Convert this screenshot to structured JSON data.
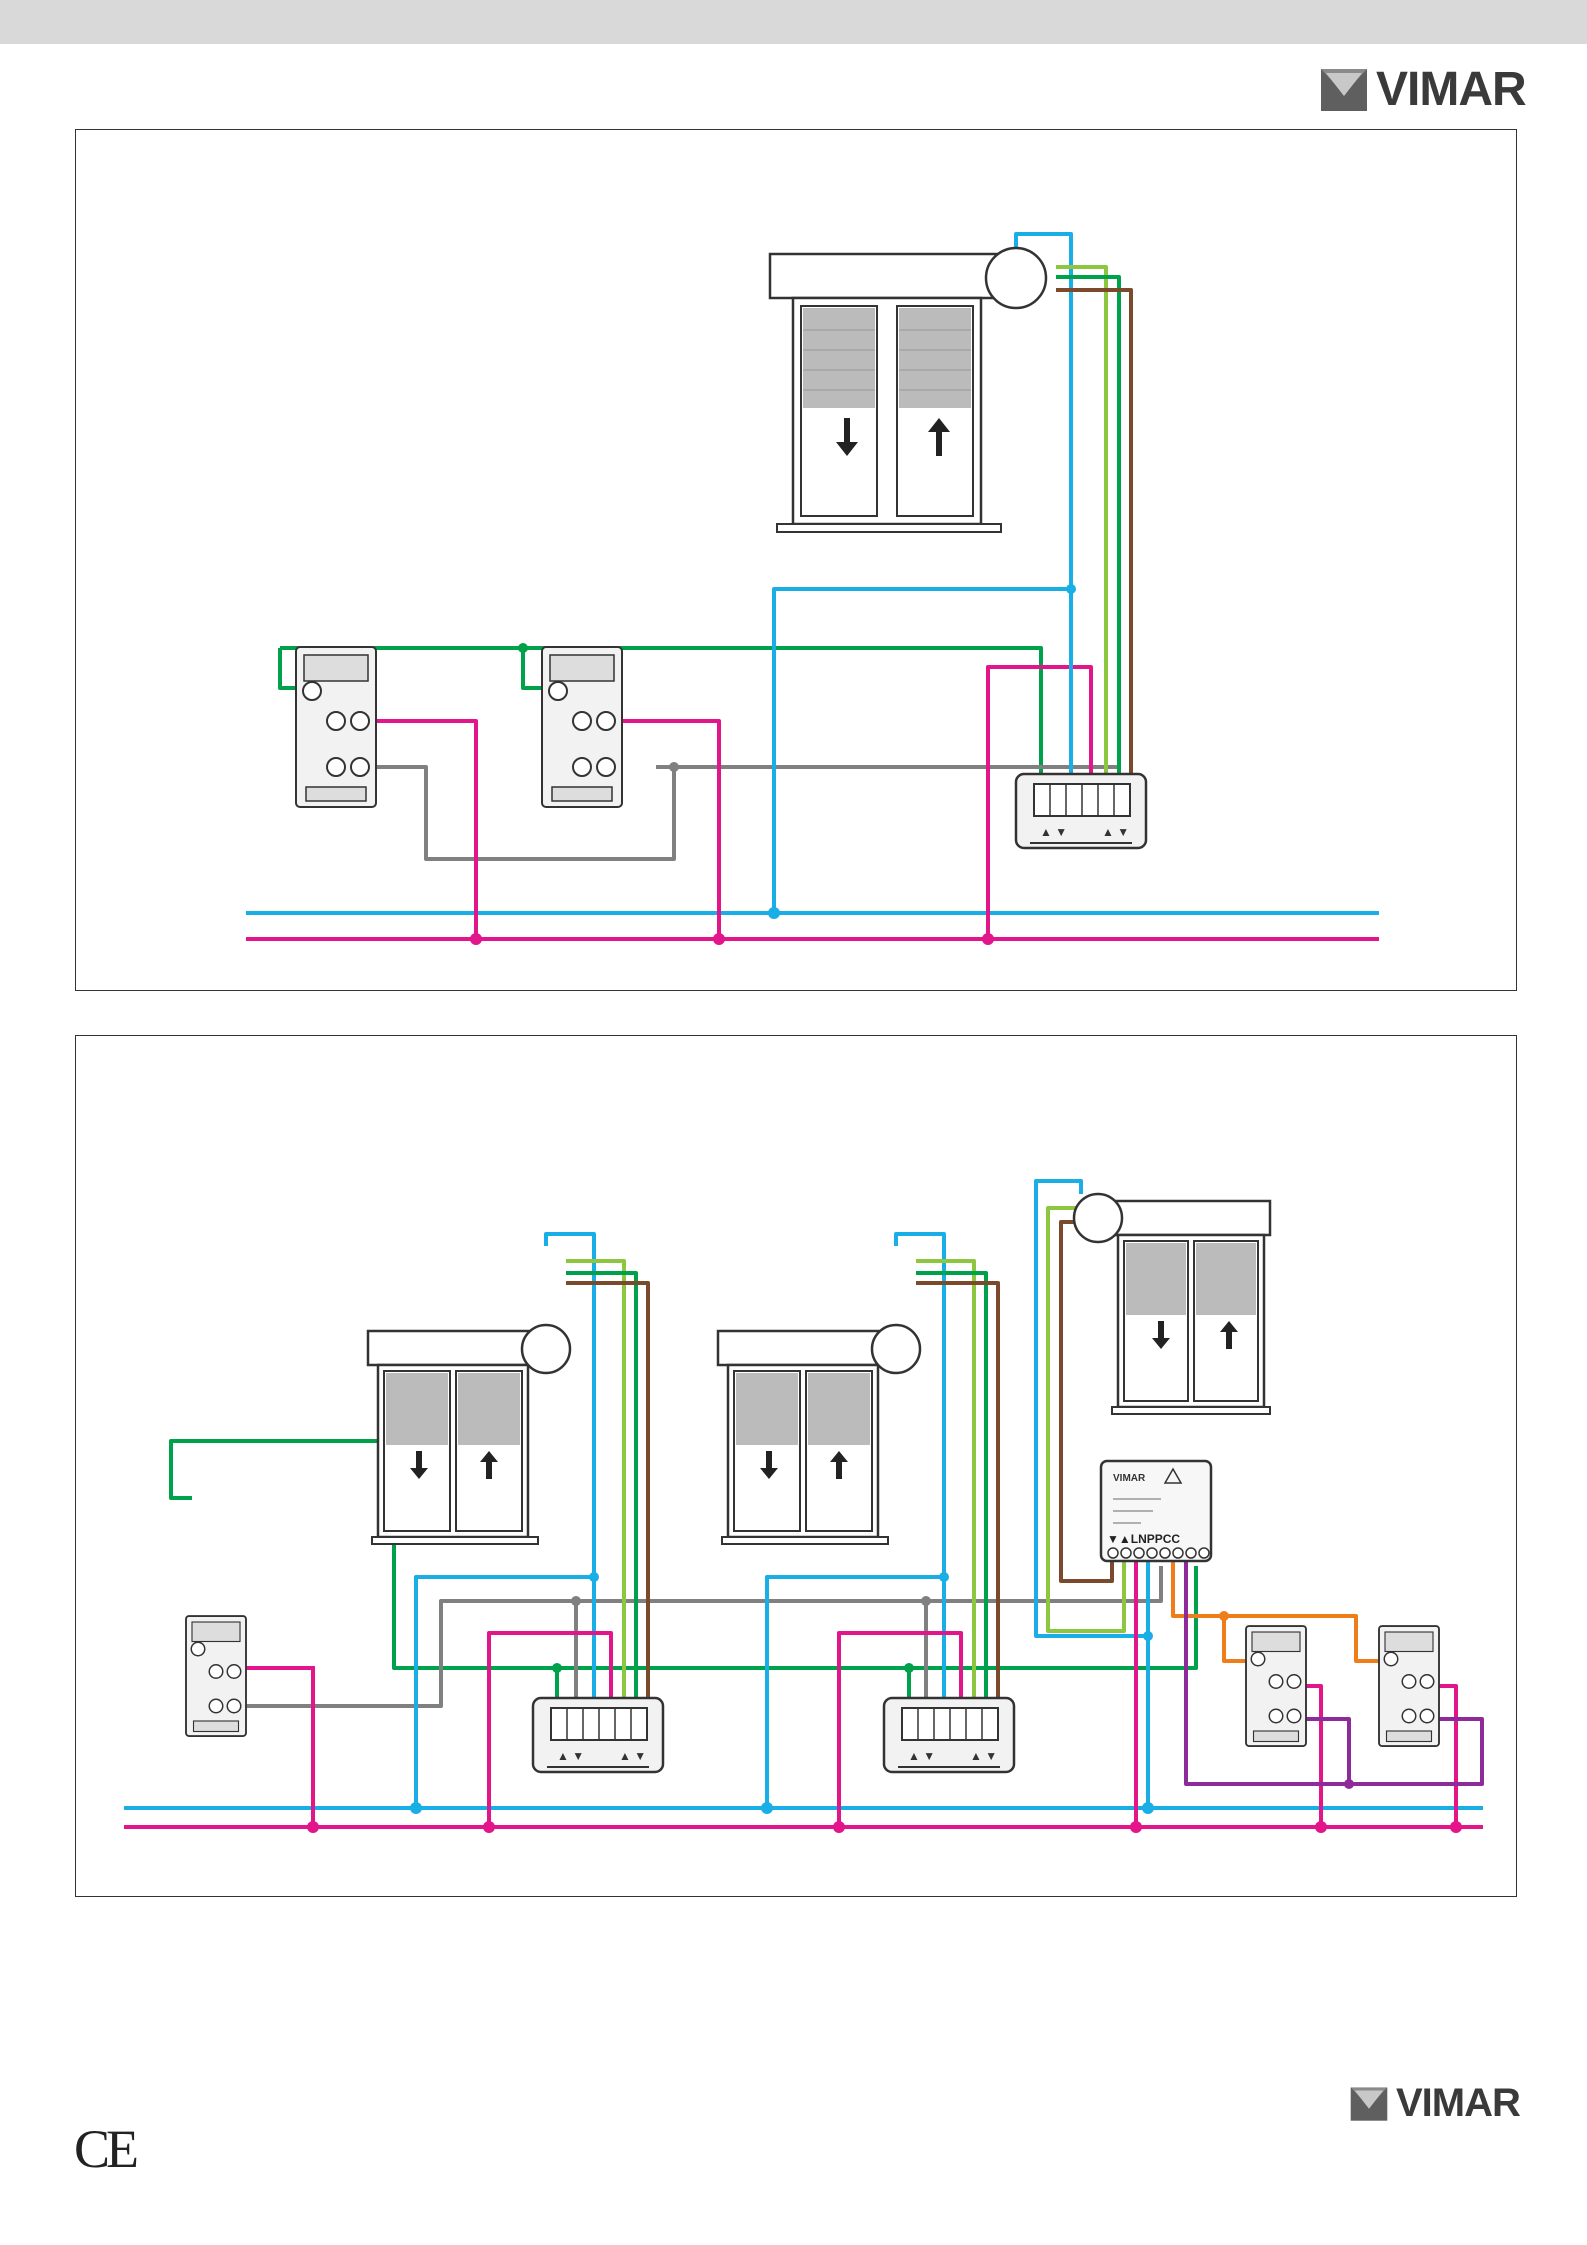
{
  "brand": {
    "name": "VIMAR"
  },
  "marks": {
    "conformity": "CE"
  },
  "colors": {
    "neutral": "#1aaee6",
    "phase": "#e2168a",
    "up": "#8dc63f",
    "down": "#00a14b",
    "motor_brown": "#7b4a2d",
    "control_grey": "#808080",
    "orange": "#ef7d1a",
    "purple": "#8e2b9b"
  },
  "icons": {
    "logo": "vimar-logo-icon",
    "arrow_down": "arrow-down-icon",
    "arrow_up": "arrow-up-icon",
    "motor": "motor-icon"
  },
  "panels": [
    {
      "id": "single-shutter",
      "shutters": 1,
      "switches": 2,
      "actuators": 1
    },
    {
      "id": "three-shutters-with-module",
      "shutters": 3,
      "switches": 3,
      "actuators": 2,
      "module_terminals": [
        "▼",
        "▲",
        "L",
        "N",
        "P",
        "P",
        "C",
        "C"
      ]
    }
  ],
  "module": {
    "brand": "VIMAR",
    "terminal_label": "▼▲LNPPCC"
  }
}
